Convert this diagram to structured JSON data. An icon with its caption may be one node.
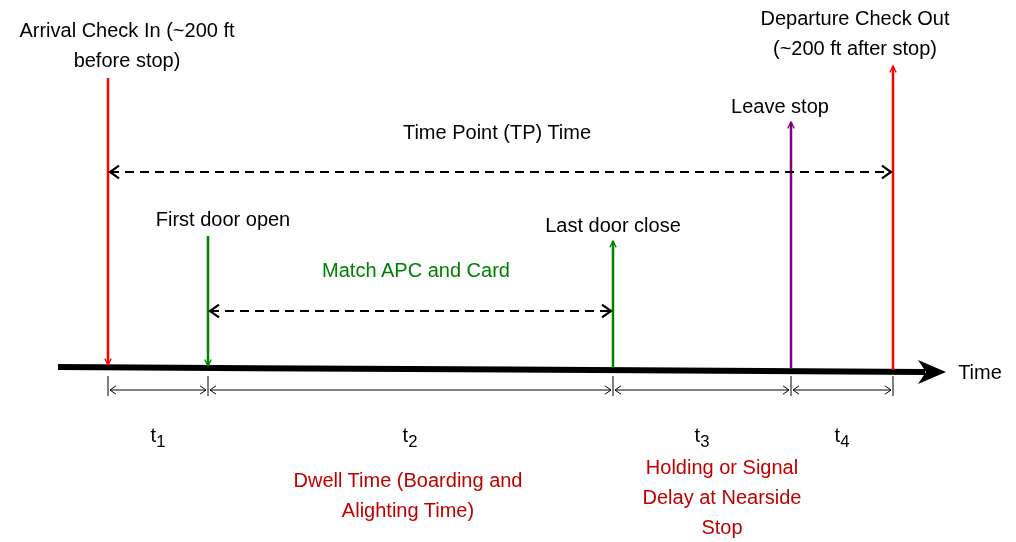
{
  "diagram": {
    "nodes": [
      {
        "text": [
          "Arrival Check In (~200 ft before stop)"
        ]
      },
      {
        "text": [
          "Departure Check Out (~200 ft after stop)"
        ]
      },
      {
        "text": [
          "Leave stop"
        ]
      },
      {
        "text": [
          "First door open"
        ]
      },
      {
        "text": [
          "Last door close"
        ]
      }
    ],
    "edges": [
      {
        "from": 0,
        "to": null,
        "arrow": "to",
        "color": "#ff0000"
      },
      {
        "from": 3,
        "to": null,
        "arrow": "to",
        "color": "#008000"
      },
      {
        "from": null,
        "to": 4,
        "arrow": "to",
        "color": "#008000"
      },
      {
        "from": null,
        "to": 2,
        "arrow": "to",
        "color": "#800080"
      },
      {
        "from": null,
        "to": 1,
        "arrow": "to",
        "color": "#ff0000"
      }
    ],
    "labels": [
      "Time Point (TP) Time",
      "Match APC and Card",
      "Time",
      "t$_{1}$",
      "t$_{2}$",
      "t$_{3}$",
      "t$_{4}$",
      "Dwell Time (Boarding and Alighting Time)",
      "Holding or Signal Delay at Nearside Stop"
    ]
  }
}
